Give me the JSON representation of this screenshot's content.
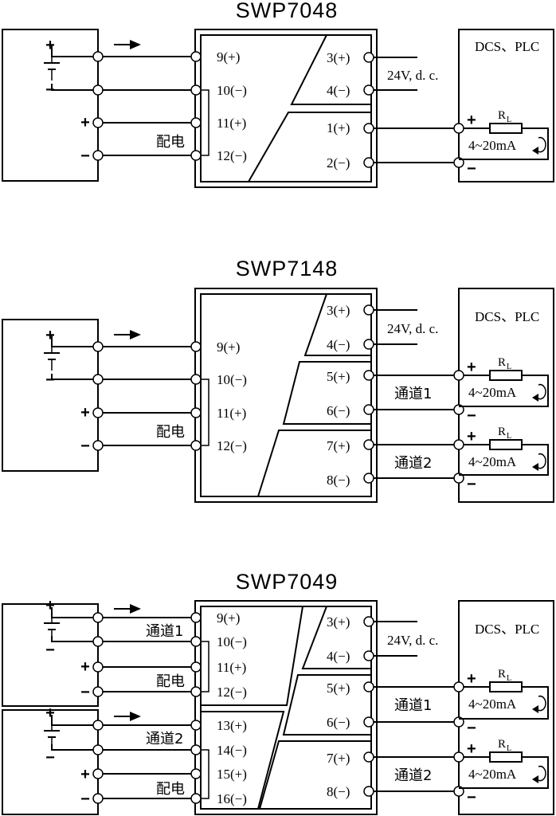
{
  "diagrams": [
    {
      "title": "SWP7048",
      "input_terminals": [
        "9(+)",
        "10(−)",
        "11(+)",
        "12(−)"
      ],
      "input_channel_labels": [],
      "power_label": "配电",
      "supply_terminals": [
        "3(+)",
        "4(−)"
      ],
      "supply_label": "24V, d. c.",
      "output_terminals": [
        "1(+)",
        "2(−)"
      ],
      "output_channel_labels": [],
      "system_label": "DCS、PLC",
      "resistor_label": "R",
      "resistor_subscript": "L",
      "current_label": "4~20mA"
    },
    {
      "title": "SWP7148",
      "input_terminals": [
        "9(+)",
        "10(−)",
        "11(+)",
        "12(−)"
      ],
      "input_channel_labels": [],
      "power_label": "配电",
      "supply_terminals": [
        "3(+)",
        "4(−)"
      ],
      "supply_label": "24V, d. c.",
      "output_terminals": [
        "5(+)",
        "6(−)",
        "7(+)",
        "8(−)"
      ],
      "output_channel_labels": [
        "通道1",
        "通道2"
      ],
      "system_label": "DCS、PLC",
      "resistor_label": "R",
      "resistor_subscript": "L",
      "current_label": "4~20mA"
    },
    {
      "title": "SWP7049",
      "input_terminals": [
        "9(+)",
        "10(−)",
        "11(+)",
        "12(−)",
        "13(+)",
        "14(−)",
        "15(+)",
        "16(−)"
      ],
      "input_channel_labels": [
        "通道1",
        "通道2"
      ],
      "power_label": "配电",
      "supply_terminals": [
        "3(+)",
        "4(−)"
      ],
      "supply_label": "24V, d. c.",
      "output_terminals": [
        "5(+)",
        "6(−)",
        "7(+)",
        "8(−)"
      ],
      "output_channel_labels": [
        "通道1",
        "通道2"
      ],
      "system_label": "DCS、PLC",
      "resistor_label": "R",
      "resistor_subscript": "L",
      "current_label": "4~20mA"
    }
  ],
  "signs": {
    "plus": "+",
    "minus": "−"
  }
}
